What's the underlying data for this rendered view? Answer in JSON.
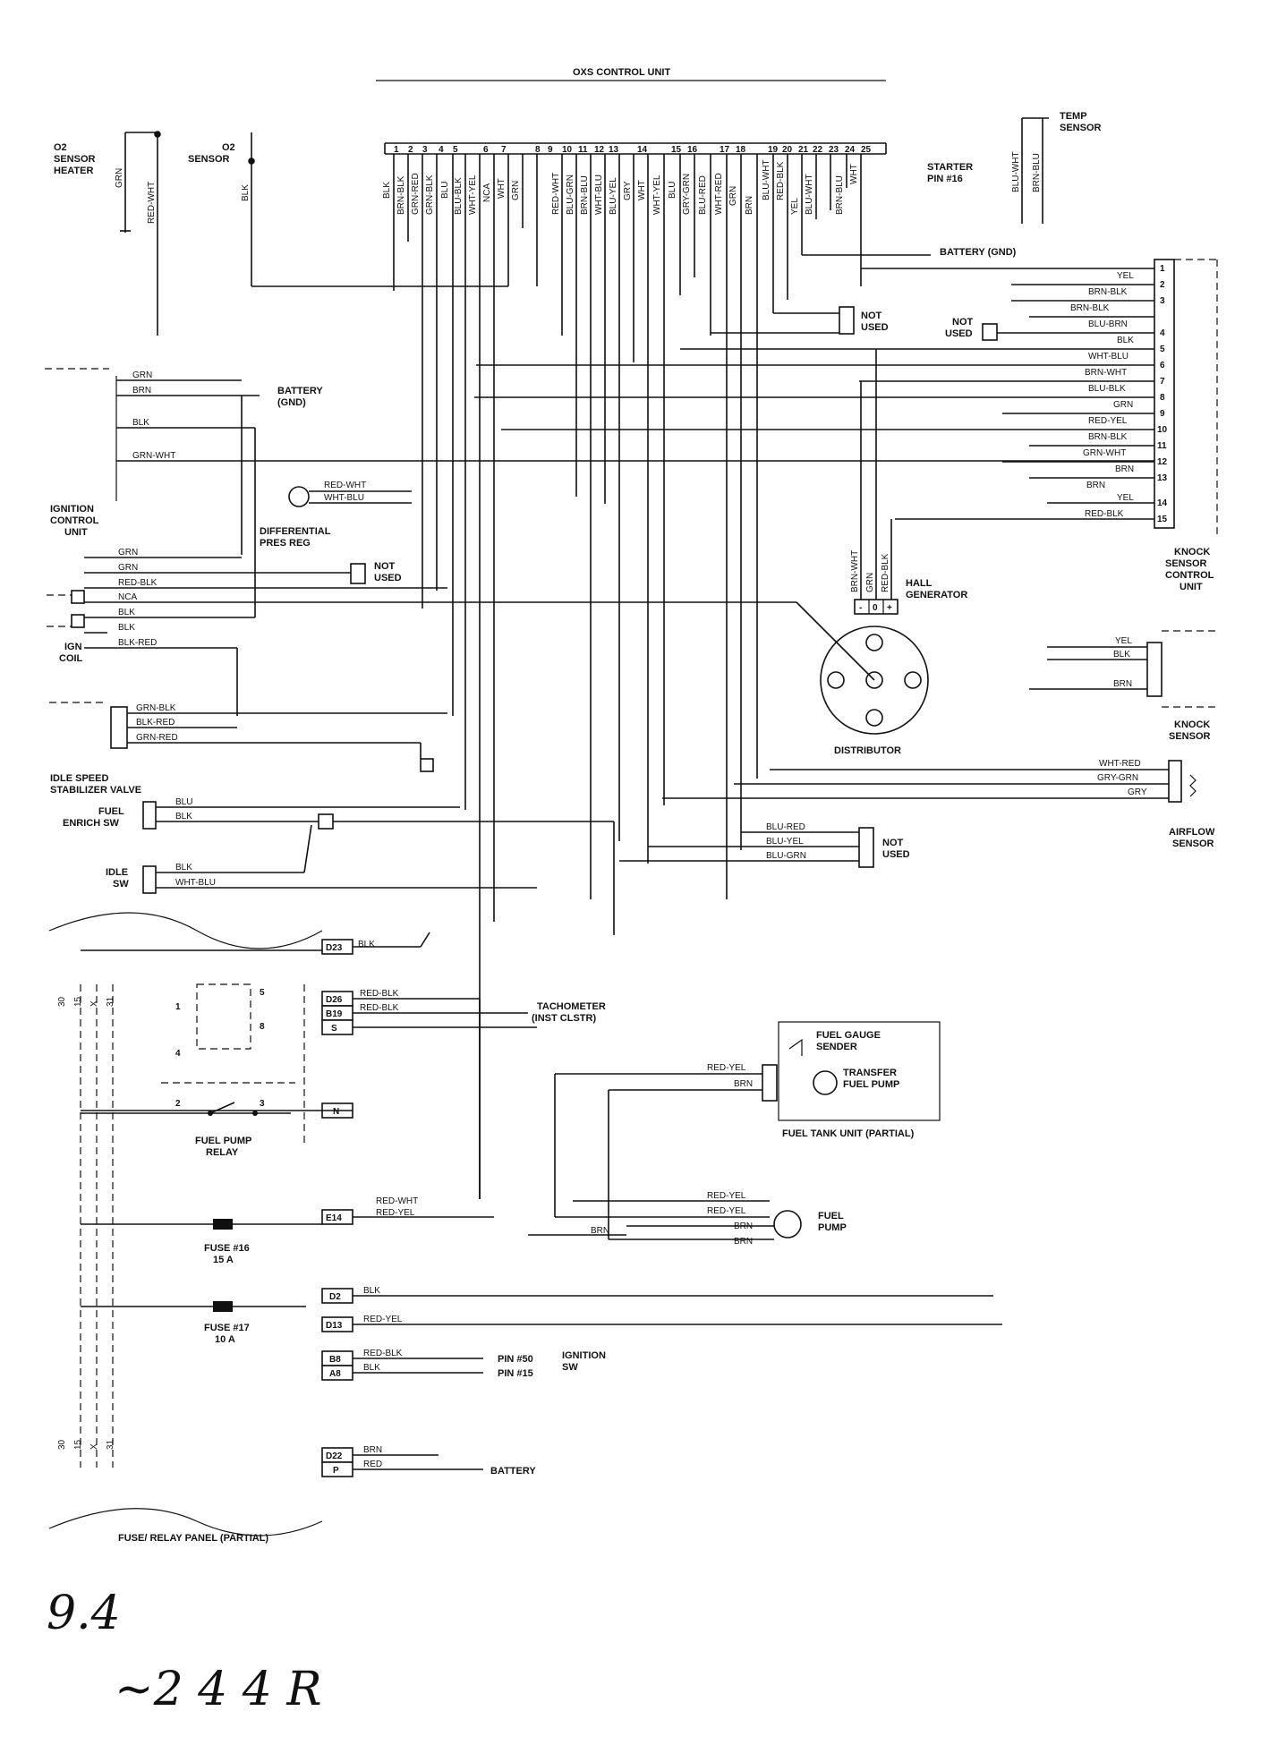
{
  "labels": {
    "control_unit": "OXS CONTROL UNIT",
    "o2_heater_1": "O2",
    "o2_heater_2": "SENSOR",
    "o2_heater_3": "HEATER",
    "o2_sensor_1": "O2",
    "o2_sensor_2": "SENSOR",
    "temp_sensor_1": "TEMP",
    "temp_sensor_2": "SENSOR",
    "starter_1": "STARTER",
    "starter_2": "PIN #16",
    "battery_gnd_top": "BATTERY (GND)",
    "battery_1": "BATTERY",
    "battery_2": "(GND)",
    "not_used": "NOT",
    "used": "USED",
    "ignition_unit_1": "IGNITION",
    "ignition_unit_2": "CONTROL",
    "ignition_unit_3": "UNIT",
    "diff_reg_1": "DIFFERENTIAL",
    "diff_reg_2": "PRES REG",
    "ign_coil_1": "IGN",
    "ign_coil_2": "COIL",
    "idle_valve_1": "IDLE SPEED",
    "idle_valve_2": "STABILIZER VALVE",
    "fuel_enrich_1": "FUEL",
    "fuel_enrich_2": "ENRICH SW",
    "idle_sw_1": "IDLE",
    "idle_sw_2": "SW",
    "distributor": "DISTRIBUTOR",
    "hall_1": "HALL",
    "hall_2": "GENERATOR",
    "knock_unit_1": "KNOCK",
    "knock_unit_2": "SENSOR",
    "knock_unit_3": "CONTROL",
    "knock_unit_4": "UNIT",
    "knock_sensor_1": "KNOCK",
    "knock_sensor_2": "SENSOR",
    "airflow_1": "AIRFLOW",
    "airflow_2": "SENSOR",
    "relay_1": "FUEL PUMP",
    "relay_2": "RELAY",
    "fuse16_1": "FUSE #16",
    "fuse16_2": "15 A",
    "fuse17_1": "FUSE #17",
    "fuse17_2": "10 A",
    "tach_1": "TACHOMETER",
    "tach_2": "(INST CLSTR)",
    "pin50": "PIN #50",
    "pin15": "PIN #15",
    "ign_sw_1": "IGNITION",
    "ign_sw_2": "SW",
    "battery_bottom": "BATTERY",
    "panel_caption": "FUSE/ RELAY PANEL (PARTIAL)",
    "gauge_1": "FUEL GAUGE",
    "gauge_2": "SENDER",
    "transfer_1": "TRANSFER",
    "transfer_2": "FUEL PUMP",
    "tank_caption": "FUEL TANK UNIT (PARTIAL)",
    "fuel_pump_1": "FUEL",
    "fuel_pump_2": "PUMP"
  },
  "control_unit": {
    "pins": [
      "1",
      "2",
      "3",
      "4",
      "5",
      "6",
      "7",
      "8",
      "9",
      "10",
      "11",
      "12",
      "13",
      "14",
      "15",
      "16",
      "17",
      "18",
      "19",
      "20",
      "21",
      "22",
      "23",
      "24",
      "25"
    ],
    "wires": [
      "BLK",
      "BRN-BLK",
      "GRN-RED",
      "GRN-BLK",
      "BLU",
      "BLU-BLK",
      "WHT-YEL",
      "NCA",
      "WHT",
      "GRN",
      "RED-WHT",
      "BLU-GRN",
      "BRN-BLU",
      "WHT-BLU",
      "BLU-YEL",
      "GRY",
      "WHT",
      "WHT-YEL",
      "BLU",
      "GRY-GRN",
      "BLU-RED",
      "WHT-RED",
      "GRN",
      "BRN",
      "BLU-WHT",
      "RED-BLK",
      "YEL",
      "BLU-WHT",
      "BRN-BLU",
      "WHT"
    ]
  },
  "top_left": {
    "heater_wire_1": "GRN",
    "heater_wire_2": "RED-WHT",
    "o2_wire": "BLK"
  },
  "top_right": {
    "temp_wire_1": "BLU-WHT",
    "temp_wire_2": "BRN-BLU"
  },
  "knock_unit": {
    "pins": [
      "1",
      "2",
      "3",
      "4",
      "5",
      "6",
      "7",
      "8",
      "9",
      "10",
      "11",
      "12",
      "13",
      "14",
      "15"
    ],
    "wires": [
      "YEL",
      "BRN-BLK",
      "BRN-BLK",
      "BLU-BRN",
      "BLK",
      "WHT-BLU",
      "BRN-WHT",
      "BLU-BLK",
      "GRN",
      "RED-YEL",
      "BRN-BLK",
      "GRN-WHT",
      "BRN",
      "BRN",
      "YEL",
      "RED-BLK"
    ]
  },
  "knock_sensor": {
    "wires": [
      "YEL",
      "BLK",
      "BRN"
    ]
  },
  "airflow": {
    "wires": [
      "WHT-RED",
      "GRY-GRN",
      "GRY"
    ]
  },
  "not_used_3": {
    "wires": [
      "BLU-RED",
      "BLU-YEL",
      "BLU-GRN"
    ]
  },
  "ignition_unit": {
    "wires": [
      "GRN",
      "BRN",
      "BLK",
      "GRN-WHT"
    ]
  },
  "diff_reg": {
    "wires": [
      "RED-WHT",
      "WHT-BLU"
    ]
  },
  "coil": {
    "wires": [
      "GRN",
      "GRN",
      "RED-BLK",
      "NCA",
      "BLK",
      "BLK",
      "BLK-RED"
    ]
  },
  "idle_valve": {
    "wires": [
      "GRN-BLK",
      "BLK-RED",
      "GRN-RED"
    ]
  },
  "fuel_enrich": {
    "wires": [
      "BLU",
      "BLK"
    ]
  },
  "idle_switch": {
    "wires": [
      "BLK",
      "WHT-BLU"
    ]
  },
  "hall": {
    "terminals": [
      "-",
      "0",
      "+"
    ],
    "wires": [
      "BRN-WHT",
      "GRN",
      "RED-BLK"
    ]
  },
  "panel": {
    "terminals": [
      "30",
      "15",
      "X",
      "31"
    ],
    "connectors": [
      "D23",
      "D26",
      "B19",
      "S",
      "N",
      "E14",
      "D2",
      "D13",
      "B8",
      "A8",
      "D22",
      "P"
    ],
    "wires": [
      "BLK",
      "RED-BLK",
      "RED-BLK",
      "RED-WHT",
      "RED-YEL",
      "BLK",
      "RED-YEL",
      "RED-BLK",
      "BLK",
      "BRN",
      "RED"
    ]
  },
  "relay": {
    "pins": [
      "5",
      "1",
      "8",
      "4",
      "2",
      "3"
    ]
  },
  "tank": {
    "wires": [
      "RED-YEL",
      "BRN"
    ]
  },
  "fuel_pump": {
    "wires": [
      "RED-YEL",
      "RED-YEL",
      "BRN",
      "BRN",
      "BRN"
    ]
  },
  "handwritten": {
    "line1": "9.4",
    "line2": "~2 4 4 R"
  }
}
